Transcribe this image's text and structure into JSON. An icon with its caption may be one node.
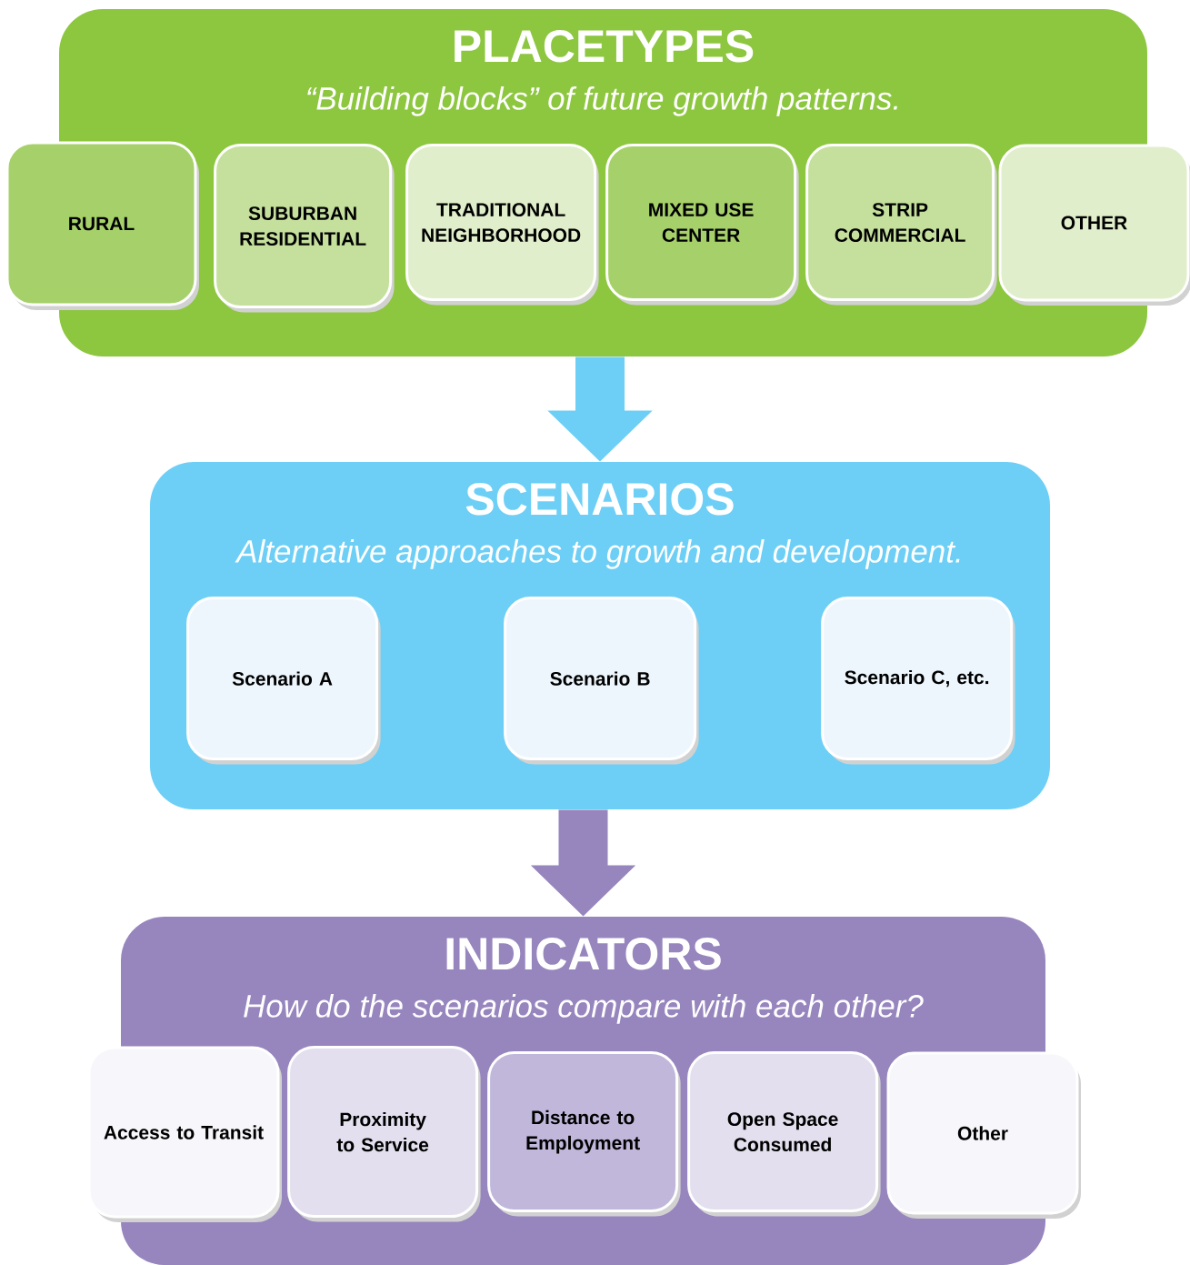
{
  "diagram": {
    "nodes": [
      {
        "text": [
          "PLACETYPES",
          "“Building blocks” of future growth patterns."
        ]
      },
      {
        "text": [
          "RURAL"
        ]
      },
      {
        "text": [
          "SUBURBAN RESIDENTIAL"
        ],
        "in": 0
      },
      {
        "text": [
          "TRADITIONAL NEIGHBORHOOD"
        ],
        "in": 0
      },
      {
        "text": [
          "MIXED USE CENTER"
        ],
        "in": 0
      },
      {
        "text": [
          "STRIP COMMERCIAL"
        ],
        "in": 0
      },
      {
        "text": [
          "OTHER"
        ]
      },
      {
        "text": [
          "SCENARIOS",
          "Alternative approaches to growth and development."
        ]
      },
      {
        "text": [
          "Scenario A"
        ],
        "in": 7
      },
      {
        "text": [
          "Scenario B"
        ],
        "in": 7
      },
      {
        "text": [
          "Scenario C, etc."
        ],
        "in": 7
      },
      {
        "text": [
          "INDICATORS",
          "How do the scenarios compare with each other?"
        ]
      },
      {
        "text": [
          "Access to Transit"
        ]
      },
      {
        "text": [
          "Proximity to Service"
        ],
        "in": 11
      },
      {
        "text": [
          "Distance to Employment"
        ],
        "in": 11
      },
      {
        "text": [
          "Open Space Consumed"
        ],
        "in": 11
      },
      {
        "text": [
          "Other"
        ]
      }
    ],
    "edges": [
      {
        "from": 0,
        "to": 7,
        "arrow": "to",
        "color": "#6dcff6"
      },
      {
        "from": 7,
        "to": 11,
        "arrow": "to",
        "color": "#9785be"
      }
    ]
  }
}
